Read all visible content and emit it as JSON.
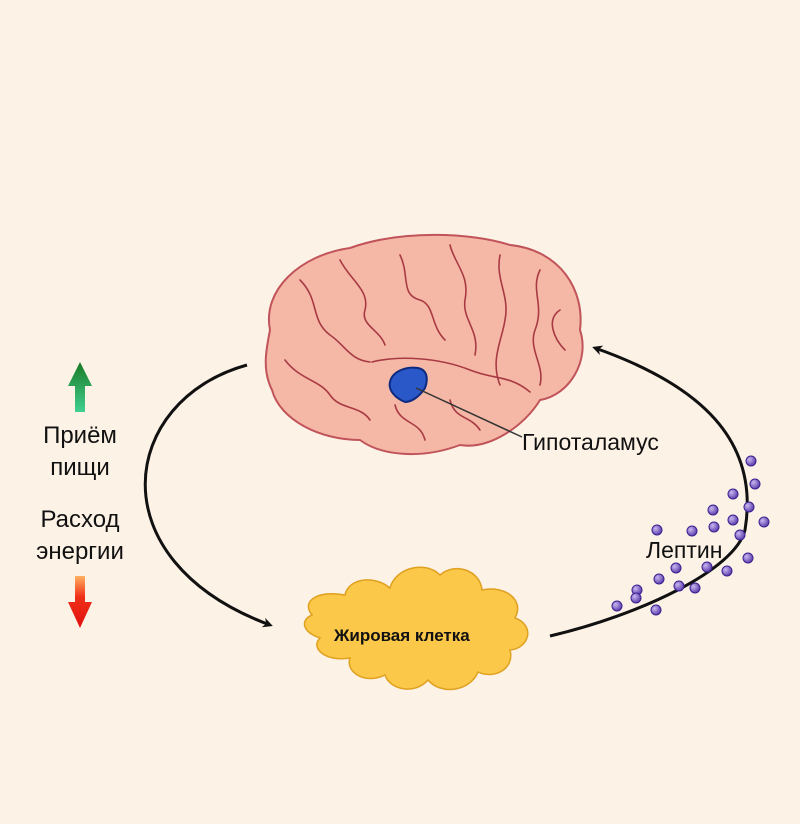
{
  "labels": {
    "food_intake": [
      "Приём",
      "пищи"
    ],
    "energy_expenditure": [
      "Расход",
      "энергии"
    ],
    "hypothalamus": "Гипоталамус",
    "leptin": "Лептин",
    "fat_cell": "Жировая клетка"
  },
  "icons": {
    "up_arrow": "up-arrow-icon",
    "down_arrow": "down-arrow-icon"
  },
  "colors": {
    "background": "#fdf2e6",
    "brain": "#f6b8a6",
    "brain_outline": "#c0545a",
    "hypothalamus": "#2550b8",
    "fat_cell": "#fbc84a",
    "leptin": "#6a4fc0",
    "up_arrow": "#1e8a30",
    "down_arrow": "#e02010"
  }
}
